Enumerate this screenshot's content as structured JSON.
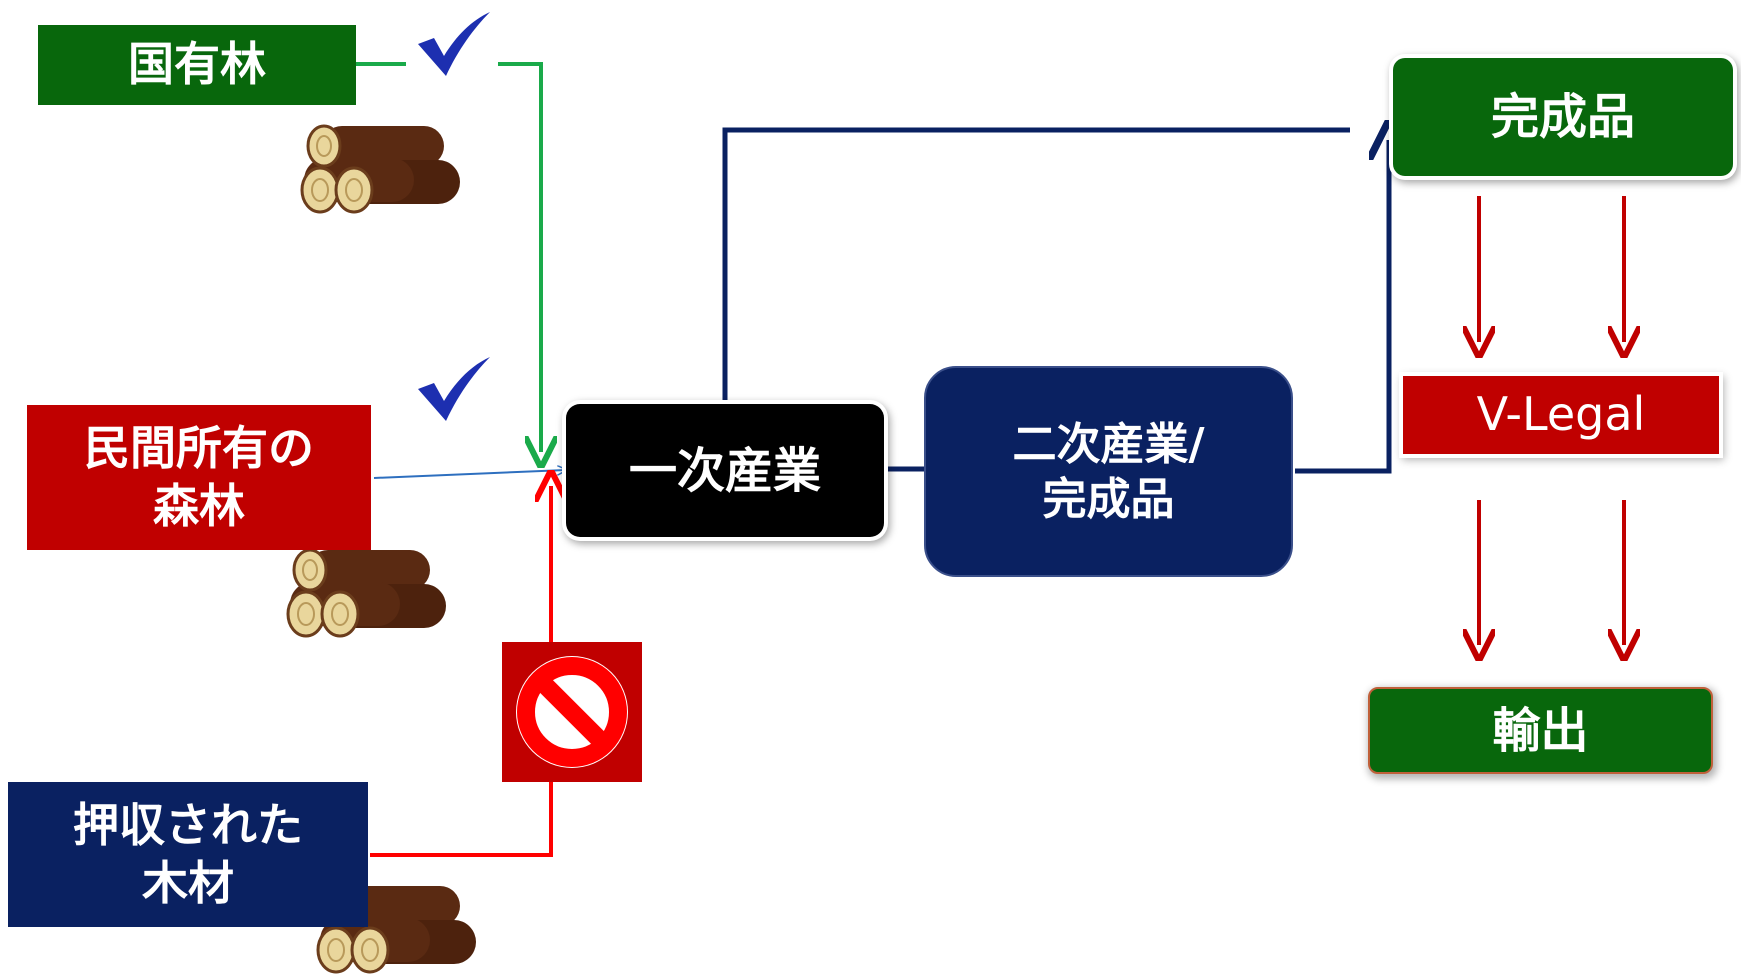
{
  "sources": {
    "state_forest": "国有林",
    "private_forest_line1": "民間所有の",
    "private_forest_line2": "森林",
    "seized_timber_line1": "押収された",
    "seized_timber_line2": "木材"
  },
  "process": {
    "primary_industry": "一次産業",
    "secondary_industry_line1": "二次産業/",
    "secondary_industry_line2": "完成品"
  },
  "outputs": {
    "finished_product": "完成品",
    "v_legal": "V-Legal",
    "export": "輸出"
  },
  "colors": {
    "green": "#08670c",
    "red": "#c00000",
    "navy": "#0a2161",
    "black": "#000000",
    "arrow_green": "#1aaa4a",
    "arrow_red": "#ff0000",
    "arrow_blue": "#2e6fbf",
    "arrow_navy": "#0a2161",
    "check": "#1d2fb0",
    "wood": "#5a2a12"
  },
  "icons": {
    "check_1": "check-icon",
    "check_2": "check-icon",
    "prohibited": "prohibited-icon",
    "logs": "log-pile-icon"
  }
}
